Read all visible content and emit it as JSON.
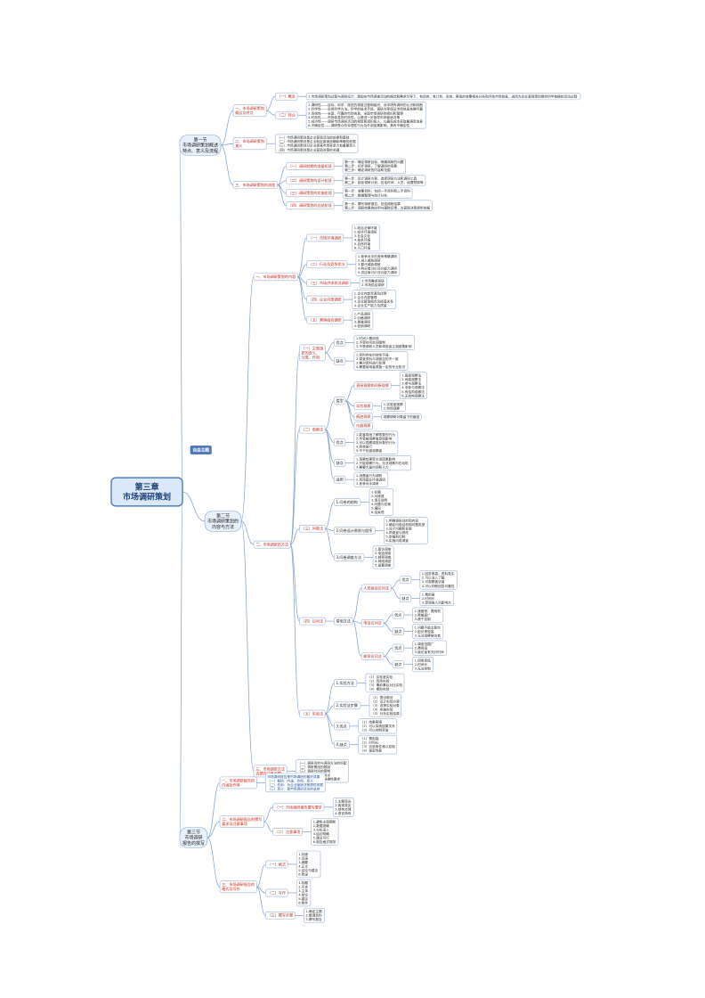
{
  "root": {
    "lines": [
      "第三章",
      "市场调研策划"
    ]
  },
  "free_topic": "自由主题",
  "sections": [
    {
      "title_lines": [
        "第一节",
        "市场调研策划概述",
        "特点、意义及流程"
      ],
      "branches": [
        {
          "label_lines": [
            "一、市场调研策划",
            "概念及特点"
          ],
          "children": [
            {
              "label": "（一）概念",
              "leaf_lines": [
                "1.市场调研策划过程与调研设计，是指在市场调查活动的概念和需求引导下，有目的、有计划、系统、客观的收集相关分析和评估市场信息，进而为企业营销策划提供科学依据的活动过程"
              ]
            },
            {
              "label": "（二）特点",
              "leaf_lines": [
                "1.调研性——目标、科学、规范的调查过程和组织，对市场有调研的认识和判断",
                "2.科学性——采用科学方法，科学的技术手段、调研方案保证市场信息准确可靠",
                "3.系统性——全面、可靠的市场信息，全面市场调研的组织和管理",
                "4.时效性——市场信息的时效性，以便进一步指导市场营销决策",
                "5.经济性——调研市场调研活动的预算和组织投入，以最低成本获取最满意信息",
                "6.不确定性——调研受众的非理性行为及外部因素影响，具有不确定性"
              ]
            }
          ]
        },
        {
          "label_lines": [
            "二、市场调研策划",
            "意义"
          ],
          "leaf_lines": [
            "（一）市场调研策划是企业营销活动的前提和基础",
            "（二）市场调研策划是企业制定营销战略和策略的依据",
            "（三）市场调研策划对企业提高市场竞争力有重要意义",
            "（四）市场调研策划是企业营销决策的关键"
          ]
        },
        {
          "label_lines": [
            "三、市场调研策划的流程"
          ],
          "children": [
            {
              "label": "（一）调研前期的准备阶段",
              "leaf_lines": [
                "第一步：确定调研目标，明确调研的问题",
                "第二步：初步调研，了解调研的背景",
                "第三步：确定调研的内容和范围"
              ]
            },
            {
              "label": "（二）调研策划的设计阶段",
              "leaf_lines": [
                "第一步：设计调研方案，选择调研方法和调研工具",
                "第二步：制定调研计划，包括时间、人员、经费预算等"
              ]
            },
            {
              "label": "（三）调研策划的实施阶段",
              "leaf_lines": [
                "第一步：收集资料，包括一手资料和二手资料",
                "第二步：数据整理与统计分析"
              ]
            },
            {
              "label": "（四）调研策划的总结阶段",
              "leaf_lines": [
                "第一步：撰写调研报告，总结调研结果",
                "第二步：调研结果的应用与跟踪反馈，为营销决策提供依据"
              ]
            }
          ]
        }
      ]
    },
    {
      "title_lines": [
        "第二节",
        "市场调研策划的",
        "内容与方法"
      ],
      "branches": [
        {
          "label_lines": [
            "一、市场调研策划的内容"
          ],
          "children": [
            {
              "label": "（一）市场环境调研",
              "leaf_lines": [
                "1.政治法律环境",
                "2.经济环境调研",
                "3.社会文化",
                "4.技术环境",
                "5.自然环境",
                "6.人口环境"
              ]
            },
            {
              "label": "（二）行业及竞争状况",
              "leaf_lines": [
                "1.竞争对手的竞争策略调研",
                "2.进入威胁调研",
                "3.替代威胁调研",
                "4.购买者讨价还价能力调研",
                "5.供应商讨价还价能力调研"
              ]
            },
            {
              "label": "（三）市场供求状况调研",
              "leaf_lines": [
                "1.市场需求调研",
                "2.市场供给调研"
              ]
            },
            {
              "label": "（四）企业内部调研",
              "leaf_lines": [
                "1.企业内部资源及优势",
                "2.企业内部管理",
                "3.企业营销组合及经营关系",
                "4.企业生产能力及质量"
              ]
            },
            {
              "label": "（五）营销组合调研",
              "leaf_lines": [
                "1.产品调研",
                "2.价格调研",
                "3.渠道调研",
                "4.促销调研"
              ]
            }
          ]
        },
        {
          "label_lines": [
            "二、市场调研的方法"
          ],
          "children": [
            {
              "label_lines": [
                "（一）文案调",
                "研的含义、",
                "分类、作用"
              ],
              "subs": [
                {
                  "label": "优点",
                  "leaf_lines": [
                    "1.时间少费用低",
                    "2.不受时间空间限制",
                    "3.不受调研人员和调查者主观因素影响"
                  ]
                },
                {
                  "label": "缺点",
                  "leaf_lines": [
                    "1.资料存在时效性不强",
                    "2.调查资料与调查目的不一致",
                    "3.需对资料进行处理",
                    "4.需要使用者具备一定的专业知识"
                  ]
                }
              ]
            },
            {
              "label": "（二）观察法",
              "subs": [
                {
                  "label": "类型",
                  "subs": [
                    {
                      "label": "直接观察和间接观察",
                      "leaf_lines": [
                        "1.直接观察法",
                        "2.间接观察法",
                        "3.参与观察法",
                        "4.非参与观察法",
                        "5.有结构观察法",
                        "6.无结构观察法"
                      ]
                    },
                    {
                      "label": "实验观察",
                      "leaf_lines": [
                        "1.实验室观察",
                        "2.自然观察"
                      ]
                    },
                    {
                      "label": "痕迹观察",
                      "leaf_lines": [
                        "观察调研对象留下的痕迹"
                      ]
                    },
                    {
                      "label": "仪器观察",
                      "leaf_lines": []
                    }
                  ]
                },
                {
                  "label": "优点",
                  "leaf_lines": [
                    "1.能客观地了解现象的行为",
                    "2.不受被观察者意愿影响",
                    "3.可以观察调查对象的行为",
                    "4.简单易行",
                    "5.不干扰被观察者"
                  ]
                },
                {
                  "label": "缺点",
                  "leaf_lines": [
                    "1.观察结果受主观因素影响",
                    "2.只能观察行为，无法观察内在动机",
                    "3.需要大量时间和人力"
                  ]
                },
                {
                  "label": "适用",
                  "leaf_lines": [
                    "1.消费者行为调研",
                    "2.商场营业环境调研",
                    "3.竞争对手调研"
                  ]
                }
              ]
            },
            {
              "label": "（三）问卷法",
              "subs": [
                {
                  "label": "1.问卷的结构",
                  "leaf_lines": [
                    "1.标题",
                    "2.问候语",
                    "3.填写说明",
                    "4.问题与答案",
                    "5.编码",
                    "6.结束语"
                  ]
                },
                {
                  "label": "2.问卷设计原则与程序",
                  "leaf_lines": [
                    "1.明确调研目的和内容",
                    "2.确定问卷结构和问题类型",
                    "3.设计问题和答案",
                    "4.预调查与修改",
                    "5.定稿和印制",
                    "6.实施问卷调查"
                  ]
                },
                {
                  "label": "3.问卷调查方法",
                  "leaf_lines": [
                    "1.面访调查",
                    "2.电话调查",
                    "3.邮寄调查",
                    "4.网络调查",
                    "5.留置调查"
                  ]
                }
              ]
            },
            {
              "label": "（四）访问法",
              "subs": [
                {
                  "label": "常用方法",
                  "subs": [
                    {
                      "label": "人员面谈访问法",
                      "subs": [
                        {
                          "label": "优点",
                          "leaf_lines": [
                            "1.回答率高，资料真实",
                            "2.可以深入了解",
                            "3.可观察被访者",
                            "4.可以判断回答可靠性"
                          ]
                        },
                        {
                          "label": "缺点",
                          "leaf_lines": [
                            "1.费用高",
                            "2.时间长",
                            "3.受调查人员影响大"
                          ]
                        }
                      ]
                    },
                    {
                      "label": "电话访问法",
                      "subs": [
                        {
                          "label": "优点",
                          "leaf_lines": [
                            "1.速度快、费用低",
                            "2.覆盖面广",
                            "3.便于控制"
                          ]
                        },
                        {
                          "label": "缺点",
                          "leaf_lines": [
                            "1.问题不能太复杂",
                            "2.拒访率较高",
                            "3.无法观察被访者"
                          ]
                        }
                      ]
                    },
                    {
                      "label": "邮寄访问法",
                      "subs": [
                        {
                          "label": "优点",
                          "leaf_lines": [
                            "1.调查范围广",
                            "2.费用低",
                            "3.被访者有充分时间"
                          ]
                        },
                        {
                          "label": "缺点",
                          "leaf_lines": [
                            "1.回收率低",
                            "2.时间长",
                            "3.无法控制"
                          ]
                        }
                      ]
                    }
                  ]
                }
              ]
            },
            {
              "label": "（五）实验法",
              "subs": [
                {
                  "label": "1.实验方法",
                  "leaf_lines": [
                    "（1）实验室实验",
                    "（2）现场实验",
                    "（3）事前事后对比实验",
                    "（4）模拟实验"
                  ]
                },
                {
                  "label": "2.实验法步骤",
                  "leaf_lines": [
                    "（1）提出假设",
                    "（2）设计实验方案",
                    "（3）选择实验对象",
                    "（4）实施实验",
                    "（5）分析实验结果"
                  ]
                },
                {
                  "label": "3.优点",
                  "leaf_lines": [
                    "（1）结果客观",
                    "（2）可以探索因果关系",
                    "（3）可以控制变量"
                  ]
                },
                {
                  "label": "4.缺点",
                  "leaf_lines": [
                    "（1）费用高",
                    "（2）时间长",
                    "（3）实验条件难以控制",
                    "（4）保密性差"
                  ]
                }
              ]
            }
          ]
        },
        {
          "label_lines": [
            "三、市场调研方法",
            "选择的注意问题"
          ],
          "leaf_lines": [
            "（一）调研目的与调研方法的匹配",
            "（二）调研费用的限制",
            "（三）调研时间的限制",
            "（四）调研对象的特点",
            "（五）调研资料的准确性要求"
          ]
        }
      ]
    },
    {
      "title_lines": [
        "第三节",
        "市场调研",
        "报告的撰写"
      ],
      "branches": [
        {
          "label_lines": [
            "一、市场调研报告的",
            "内涵及作用"
          ],
          "note_lines": [
            "市场调研报告是市场调研的最终成果",
            "（一）概括：内涵、作用、意义",
            "（二）作用：为企业营销决策提供依据",
            "（三）意义：是市场调研活动的总结"
          ]
        },
        {
          "label_lines": [
            "二、市场调研报告的撰写",
            "要求及注意事项"
          ],
          "children": [
            {
              "label": "（一）市场调研报告撰写要求",
              "leaf_lines": [
                "1.主题突出",
                "2.客观真实",
                "3.结构合理",
                "4.语言简练"
              ]
            },
            {
              "label": "（二）注意事项",
              "leaf_lines": [
                "1.避免主观臆断",
                "2.数据准确",
                "3.分析深入",
                "4.结论明确",
                "5.建议可行",
                "6.报告格式规范"
              ]
            }
          ]
        },
        {
          "label_lines": [
            "三、市场调研报告的",
            "格式及写作"
          ],
          "children": [
            {
              "label": "（一）格式",
              "leaf_lines": [
                "1.封面",
                "2.目录",
                "3.摘要",
                "4.正文",
                "5.结论与建议",
                "6.附录"
              ]
            },
            {
              "label": "（二）写作",
              "leaf_lines": [
                "1.标题",
                "2.引言",
                "3.主体",
                "4.结论",
                "5.建议",
                "6.附件"
              ]
            },
            {
              "label": "（三）撰写步骤",
              "leaf_lines": [
                "1.确定主题",
                "2.整理资料",
                "3.撰写报告"
              ]
            }
          ]
        }
      ]
    }
  ]
}
